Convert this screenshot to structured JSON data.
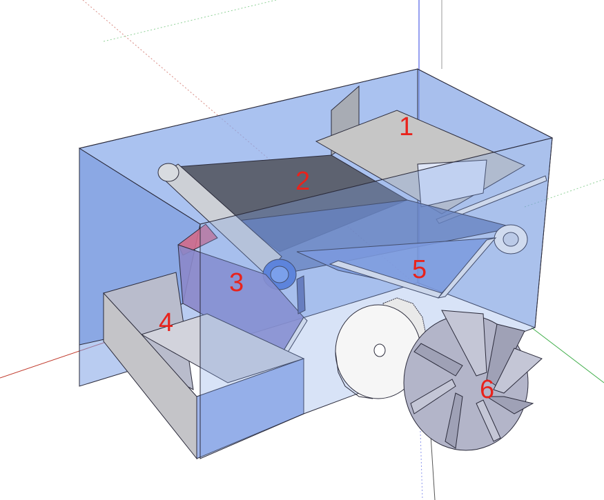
{
  "labels": [
    "1",
    "2",
    "3",
    "4",
    "5",
    "6"
  ],
  "colors": {
    "background": "#ffffff",
    "label": "#e8231c",
    "enclosure": "#7fa2e6",
    "edge": "#2a2a3a",
    "axis_red": "#c0392b",
    "axis_green": "#3fae49",
    "axis_blue": "#2c3fe0"
  }
}
